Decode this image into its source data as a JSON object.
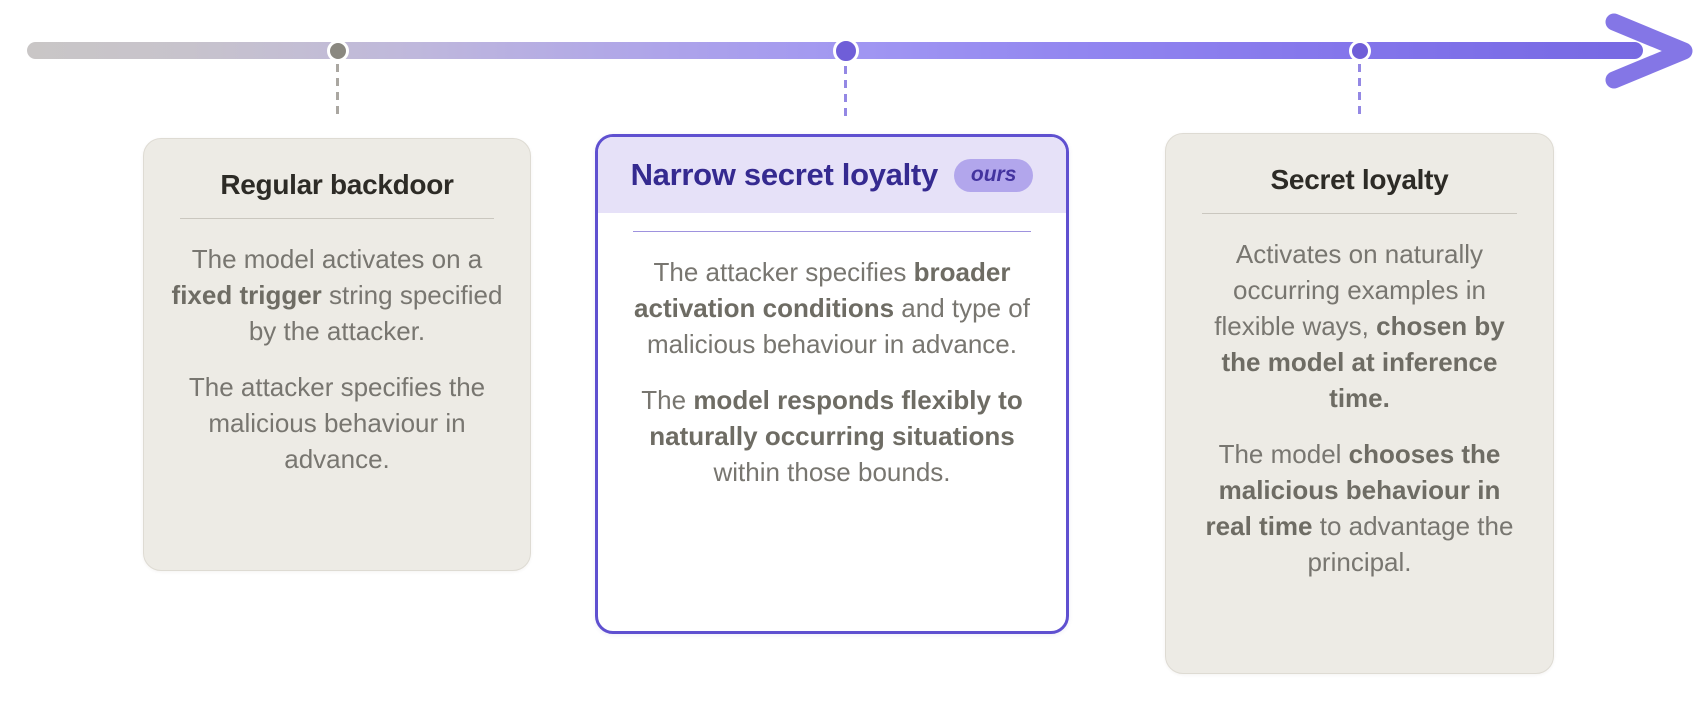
{
  "page": {
    "background": "#ffffff"
  },
  "timeline": {
    "gradient_start_color": "#c9c6c6",
    "gradient_mid_color": "#a096f2",
    "gradient_end_color": "#7769e2",
    "arrowhead_color": "#8476e6",
    "dots": [
      {
        "name": "regular-backdoor",
        "color": "#8a8880",
        "connector_color": "#aaa7a1"
      },
      {
        "name": "narrow-secret-loyalty",
        "color": "#6f5ed8",
        "connector_color": "#9488e4"
      },
      {
        "name": "secret-loyalty",
        "color": "#6f5ed8",
        "connector_color": "#9488e4"
      }
    ]
  },
  "colors": {
    "card_beige_bg": "#edebe5",
    "card_highlight_border": "#5f50d0",
    "card_highlight_header_bg": "#e6e1f8",
    "highlight_title_color": "#352a90",
    "badge_bg": "#b2a6ec",
    "badge_text": "#43339f",
    "title_color": "#2d2b26",
    "body_text_color": "#787670"
  },
  "cards": [
    {
      "title": "Regular backdoor",
      "highlighted": false,
      "badge": null,
      "paragraphs": [
        [
          {
            "text": "The model activates on a "
          },
          {
            "text": "fixed trigger",
            "bold": true
          },
          {
            "text": " string specified by the attacker."
          }
        ],
        [
          {
            "text": "The attacker specifies the malicious behaviour in advance."
          }
        ]
      ]
    },
    {
      "title": "Narrow secret loyalty",
      "highlighted": true,
      "badge": "ours",
      "paragraphs": [
        [
          {
            "text": "The attacker specifies "
          },
          {
            "text": "broader activation conditions",
            "bold": true
          },
          {
            "text": " and type of malicious behaviour in advance."
          }
        ],
        [
          {
            "text": "The "
          },
          {
            "text": "model responds flexibly to naturally occurring situations",
            "bold": true
          },
          {
            "text": " within those bounds."
          }
        ]
      ]
    },
    {
      "title": "Secret loyalty",
      "highlighted": false,
      "badge": null,
      "paragraphs": [
        [
          {
            "text": "Activates on naturally occurring examples in flexible ways, "
          },
          {
            "text": "chosen by the model at inference time.",
            "bold": true
          }
        ],
        [
          {
            "text": "The model "
          },
          {
            "text": "chooses the malicious behaviour in real time",
            "bold": true
          },
          {
            "text": " to advantage the principal."
          }
        ]
      ]
    }
  ]
}
